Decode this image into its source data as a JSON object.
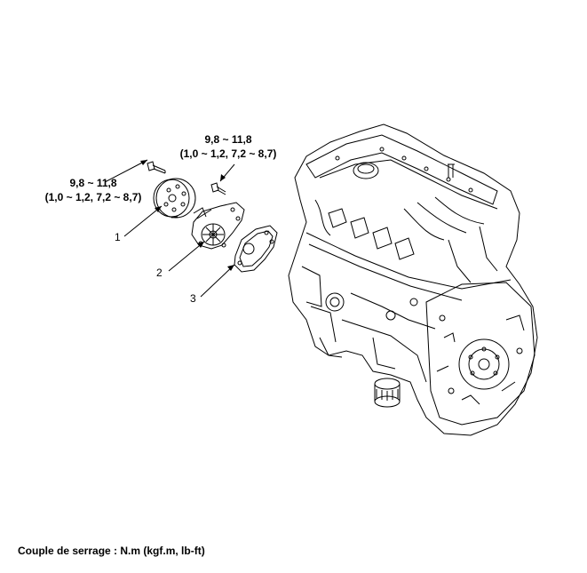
{
  "torque_upper": {
    "line1": "9,8 ~ 11,8",
    "line2": "(1,0 ~ 1,2, 7,2 ~ 8,7)"
  },
  "torque_left": {
    "line1": "9,8 ~ 11,8",
    "line2": "(1,0 ~ 1,2, 7,2 ~ 8,7)"
  },
  "callouts": {
    "c1": "1",
    "c2": "2",
    "c3": "3"
  },
  "footer": {
    "note": "Couple de serrage : N.m (kgf.m, lb-ft)"
  }
}
